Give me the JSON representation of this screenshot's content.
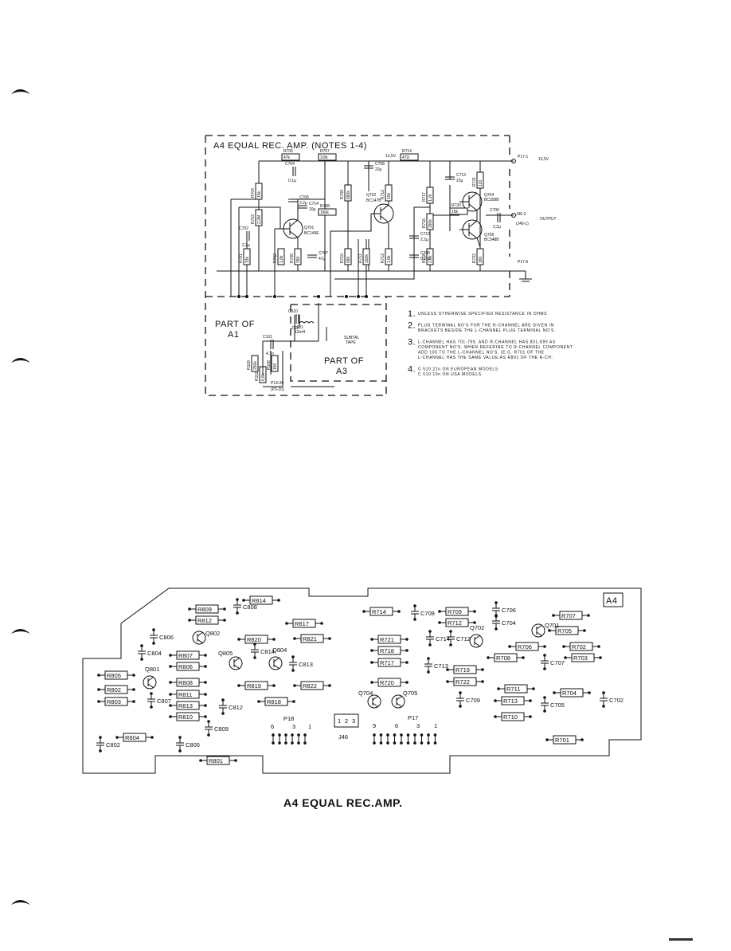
{
  "schematic": {
    "title": "A4  EQUAL  REC.  AMP.  (NOTES 1-4)",
    "supply_label": "13,5V",
    "output_label": "OUTPUT",
    "voltage_mid": "12,5V",
    "part_of_a1_l1": "PART OF",
    "part_of_a1_l2": "A1",
    "part_of_a3_l1": "PART OF",
    "part_of_a3_l2": "A3",
    "subtape_l1": "SUBTAL",
    "subtape_l2": "TAPE",
    "pins": {
      "p17_1": "P17-1",
      "p17_6": "P17-6",
      "j46_2": "J46-2",
      "j46_1": "(J46-1)",
      "p14_20": "P14-20",
      "p3_20": "(P3-20)"
    },
    "resistors": [
      {
        "ref": "R705",
        "val": "47k"
      },
      {
        "ref": "R707",
        "val": "3,8k"
      },
      {
        "ref": "R714",
        "val": "47Ω"
      },
      {
        "ref": "R708",
        "val": "180k"
      },
      {
        "ref": "R720",
        "val": "15k"
      },
      {
        "ref": "R721",
        "val": "120"
      },
      {
        "ref": "R704",
        "val": "15k"
      },
      {
        "ref": "R703",
        "val": "2,2M"
      },
      {
        "ref": "R701",
        "val": "33k"
      },
      {
        "ref": "R706",
        "val": "390"
      },
      {
        "ref": "R702",
        "val": "1,8k"
      },
      {
        "ref": "R709",
        "val": "680k"
      },
      {
        "ref": "R712",
        "val": "10k"
      },
      {
        "ref": "R710",
        "val": "680"
      },
      {
        "ref": "R711",
        "val": "150k"
      },
      {
        "ref": "R713",
        "val": "1,8k"
      },
      {
        "ref": "R717",
        "val": "1,2k"
      },
      {
        "ref": "R716",
        "val": "390k"
      },
      {
        "ref": "R718",
        "val": "2,8k"
      },
      {
        "ref": "R722",
        "val": "180"
      },
      {
        "ref": "R108",
        "val": "150"
      },
      {
        "ref": "R109",
        "val": "250k"
      },
      {
        "ref": "R112",
        "val": "6,8k"
      }
    ],
    "capacitors": [
      {
        "ref": "C704",
        "val": "0,1µ"
      },
      {
        "ref": "C708",
        "val": "22µ"
      },
      {
        "ref": "C713",
        "val": "22µ"
      },
      {
        "ref": "C705",
        "val": "2,2µ"
      },
      {
        "ref": "C706",
        "val": "2,2µ"
      },
      {
        "ref": "C714",
        "val": "10µ"
      },
      {
        "ref": "C702",
        "val": "2,2µ"
      },
      {
        "ref": "C707",
        "val": "47µ"
      },
      {
        "ref": "C712",
        "val": "2,2µ"
      },
      {
        "ref": "C709",
        "val": "0,22µ"
      },
      {
        "ref": "C101",
        "val": "4,7n"
      },
      {
        "ref": "C510",
        "val": "2,2n"
      }
    ],
    "transistors": [
      {
        "ref": "Q701",
        "type": "BC149E"
      },
      {
        "ref": "Q702",
        "type": "BC147B"
      },
      {
        "ref": "Q704",
        "type": "BC558B"
      },
      {
        "ref": "Q705",
        "type": "BC548B"
      }
    ],
    "coil": {
      "ref": "L501",
      "val": "12mH"
    }
  },
  "notes": [
    {
      "num": "1.",
      "lines": [
        "UNLESS OTHERWISE SPECIFIED RESISTANCE IN OHMS"
      ]
    },
    {
      "num": "2.",
      "lines": [
        "PLUG TERMINAL NO'S FOR THE R-CHANNEL ARE GIVEN IN",
        "BRACKETS BESIDE THE L-CHANNEL PLUG TERMINAL NO'S"
      ]
    },
    {
      "num": "3.",
      "lines": [
        "L-CHANNEL HAS 701-799, AND R-CHANNEL HAS 801-899 AS",
        "COMPONENT NO'S. WHEN REFERING TO R-CHANNEL COMPONENT",
        "ADD 100 TO THE L-CHANNEL NO'S. (E.G. R701 OF THE",
        "L-CHANNEL HAS THE SAME VALUE AS R801 OF THE R-CH."
      ]
    },
    {
      "num": "4.",
      "lines": [
        "C 510 22n ON EUROPEAN MODELS",
        "C 510 10n ON USA MODELS"
      ]
    }
  ],
  "pcb": {
    "badge": "A4",
    "caption": "A4  EQUAL  REC.AMP.",
    "connectors": {
      "p18": "P18",
      "p18_nums": [
        "6",
        "3",
        "1"
      ],
      "p17": "P17",
      "p17_nums": [
        "9",
        "6",
        "3",
        "1"
      ],
      "j46": "J46",
      "j46_nums": [
        "1",
        "2",
        "3"
      ]
    },
    "resistors": [
      "R809",
      "R814",
      "R812",
      "R817",
      "R820",
      "R821",
      "R807",
      "R806",
      "R805",
      "R802",
      "R803",
      "R808",
      "R811",
      "R813",
      "R810",
      "R819",
      "R818",
      "R822",
      "R804",
      "R801",
      "R714",
      "R721",
      "R718",
      "R717",
      "R720",
      "R709",
      "R712",
      "R719",
      "R722",
      "R707",
      "R705",
      "R706",
      "R702",
      "R708",
      "R703",
      "R711",
      "R704",
      "R713",
      "R710",
      "R701"
    ],
    "capacitors": [
      "C808",
      "C806",
      "C804",
      "C814",
      "C813",
      "C807",
      "C812",
      "C809",
      "C805",
      "C802",
      "C708",
      "C714",
      "C712",
      "C713",
      "C709",
      "C706",
      "C704",
      "C707",
      "C705",
      "C702"
    ],
    "transistors": [
      "Q802",
      "Q801",
      "Q805",
      "Q804",
      "Q704",
      "Q705",
      "Q702",
      "Q701"
    ]
  }
}
